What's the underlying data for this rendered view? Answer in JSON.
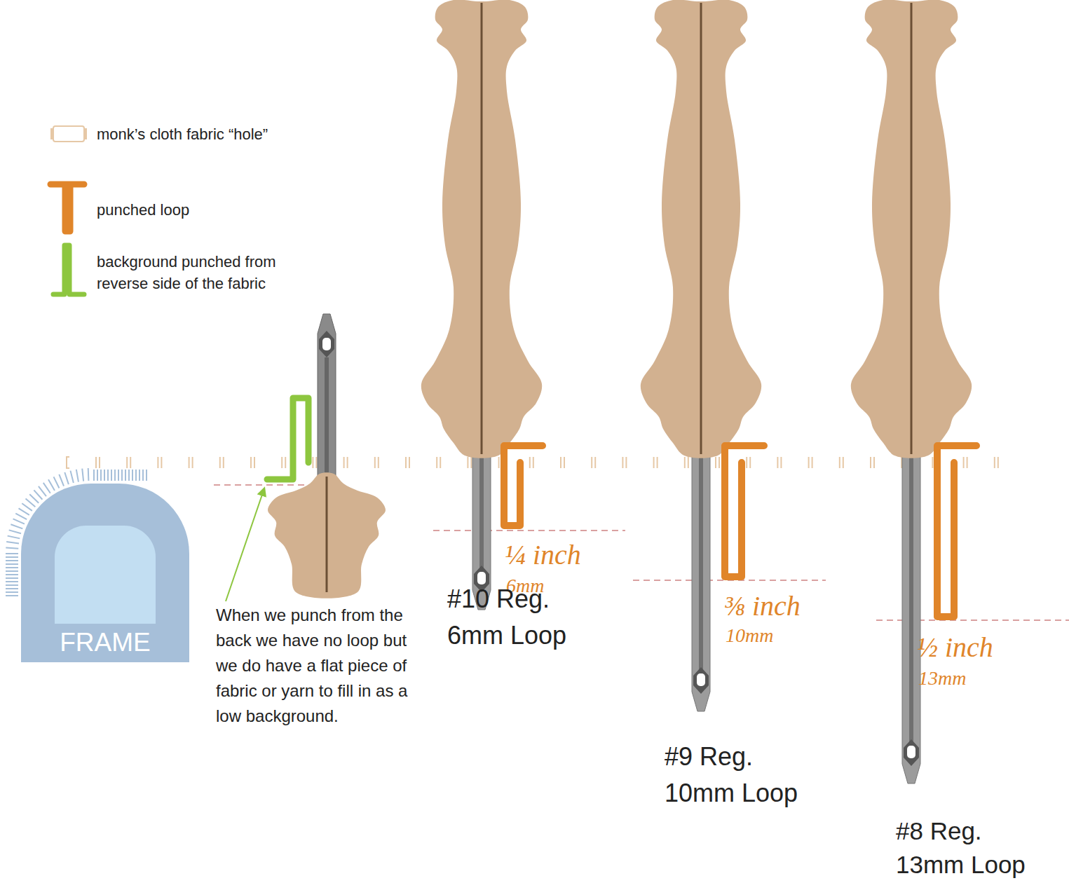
{
  "diagram": {
    "nodes": [
      {
        "text": [
          "FRAME"
        ]
      }
    ],
    "labels": [
      "When we punch from the back we have no loop but we do have a flat piece of fabric or yarn to fill in as a low background.",
      "¼ inch",
      "6mm",
      "#10 Reg. 6mm Loop",
      "⅜ inch",
      "10mm",
      "#9 Reg. 10mm Loop",
      "½ inch",
      "13mm",
      "#8 Reg. 13mm Loop"
    ],
    "legend": [
      {
        "text": "monk’s cloth fabric “hole”"
      },
      {
        "text": "punched loop"
      },
      {
        "text": "background punched from reverse side of the fabric"
      }
    ]
  }
}
